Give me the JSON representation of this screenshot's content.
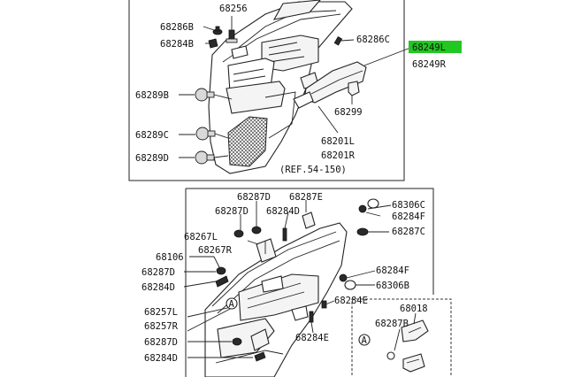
{
  "title": "Rear door trim parts diagram",
  "highlight_color": "#22c722",
  "top_panel": {
    "parts": [
      "68256",
      "68286B",
      "68284B",
      "68289B",
      "68289C",
      "68289D",
      "68286C",
      "68299",
      "68201L",
      "68201R"
    ],
    "ref": "(REF.54-150)"
  },
  "outside_callout": {
    "primary": "68249L",
    "secondary": "68249R"
  },
  "bottom_panel": {
    "left_parts": [
      "68287D",
      "68287E",
      "68287D",
      "68284D",
      "68267L",
      "68267R",
      "68106",
      "68287D",
      "68284D",
      "68257L",
      "68257R",
      "68287D",
      "68284D"
    ],
    "right_parts": [
      "68306C",
      "68284F",
      "68287C",
      "68284F",
      "68306B",
      "68284E",
      "68284E"
    ],
    "detail_marker": "A",
    "detail_parts": [
      "68018",
      "68287B"
    ]
  }
}
